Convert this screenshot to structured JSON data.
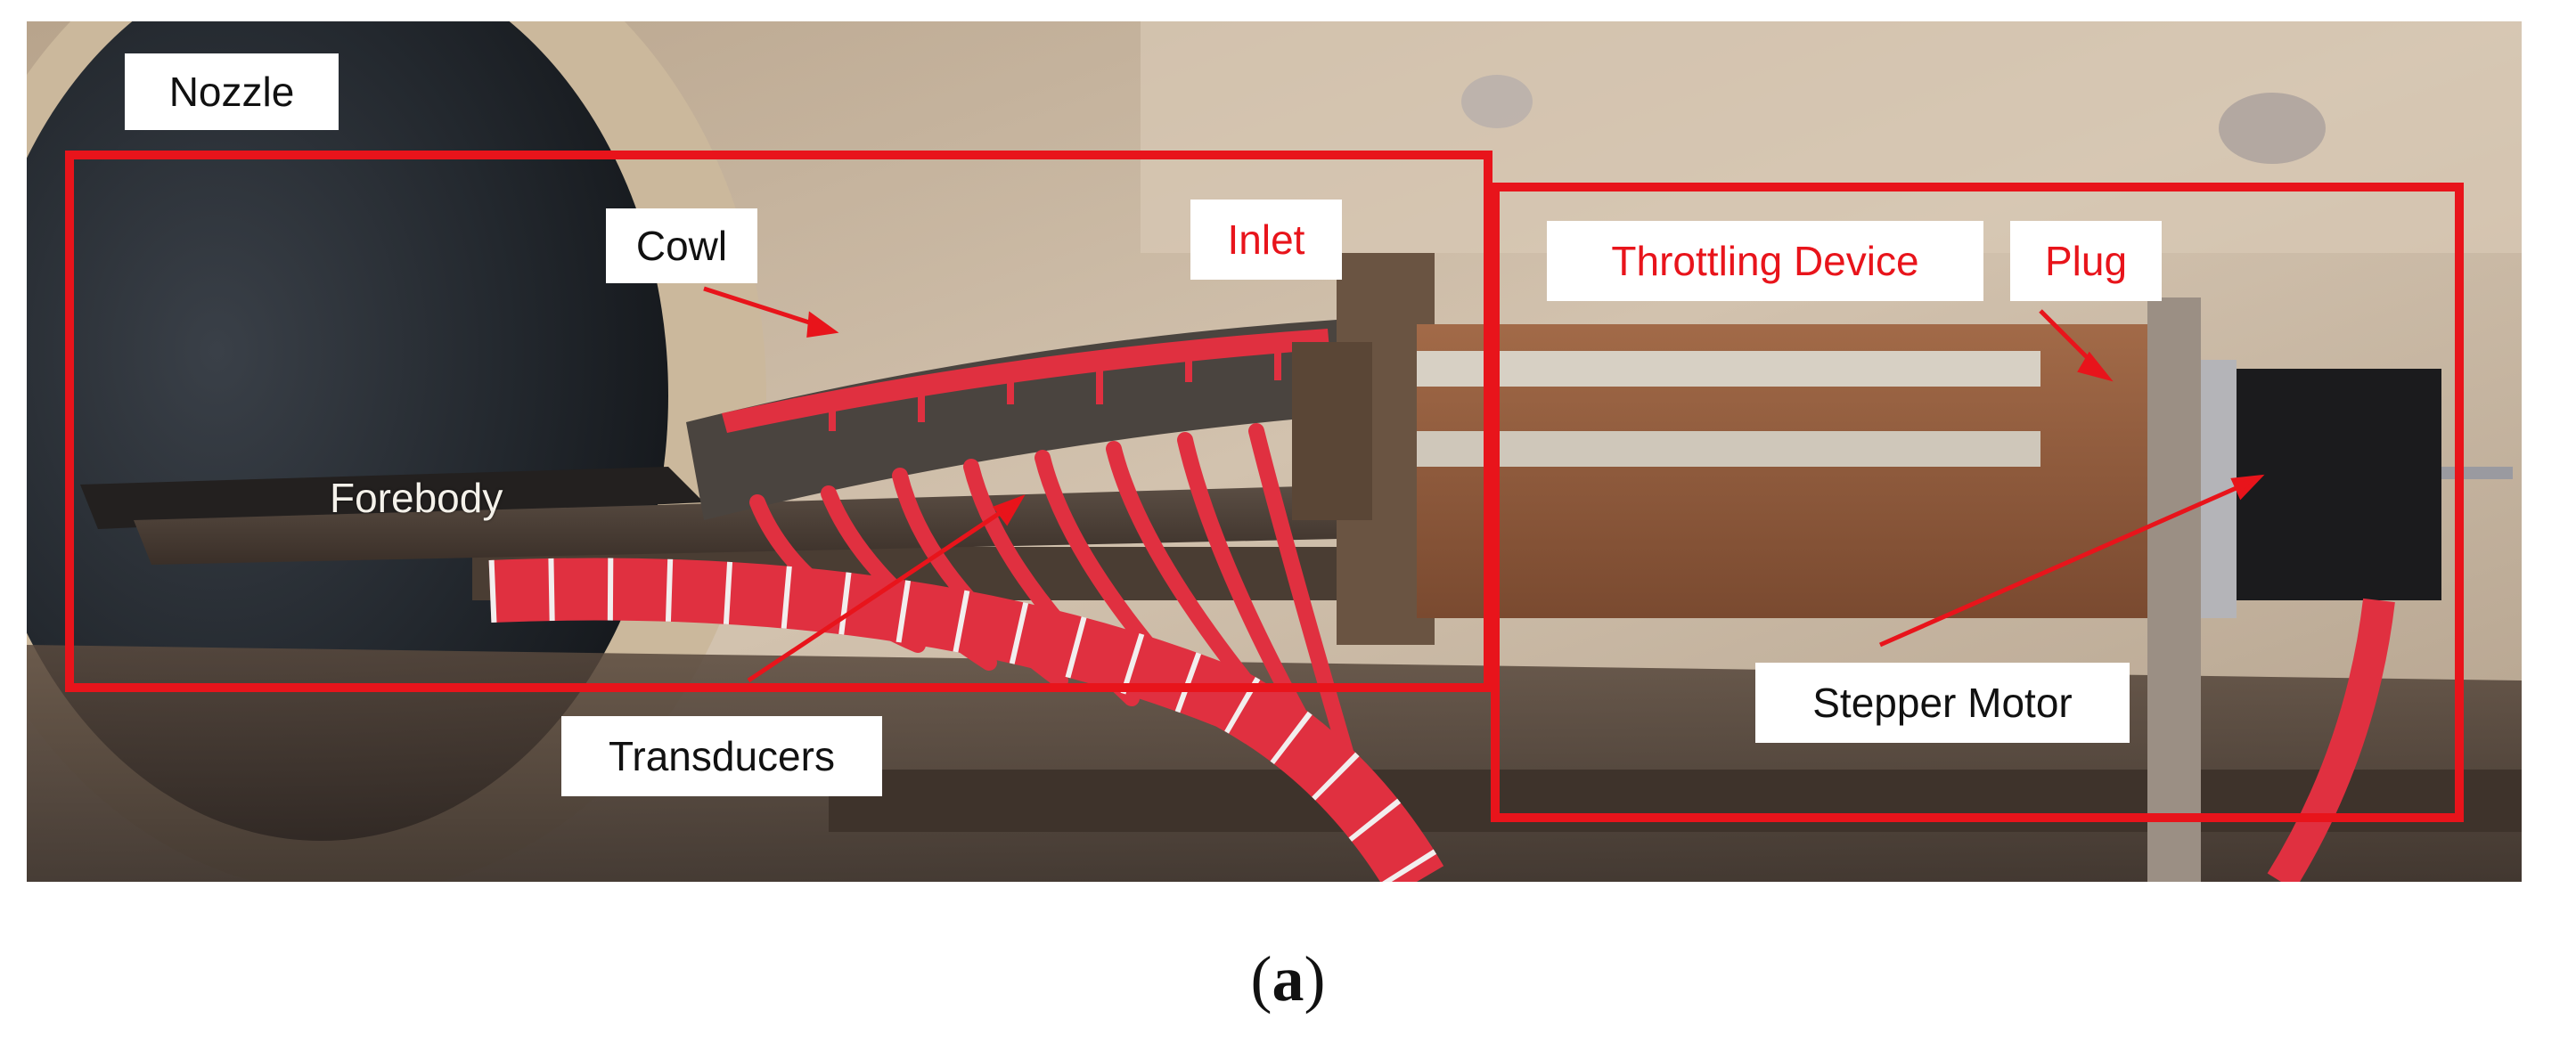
{
  "figure": {
    "labels": {
      "nozzle": "Nozzle",
      "cowl": "Cowl",
      "inlet": "Inlet",
      "forebody": "Forebody",
      "transducers": "Transducers",
      "throttling_device": "Throttling  Device",
      "plug": "Plug",
      "stepper_motor": "Stepper Motor"
    },
    "colors": {
      "highlight_red": "#e8141b",
      "cable_red": "#e03040",
      "tunnel_dark": "#1e2328",
      "wall_beige": "#c6b5a0",
      "metal_dark": "#4a3e35",
      "copper": "#8e5a3c"
    }
  },
  "caption": {
    "open": "(",
    "letter": "a",
    "close": ")"
  }
}
